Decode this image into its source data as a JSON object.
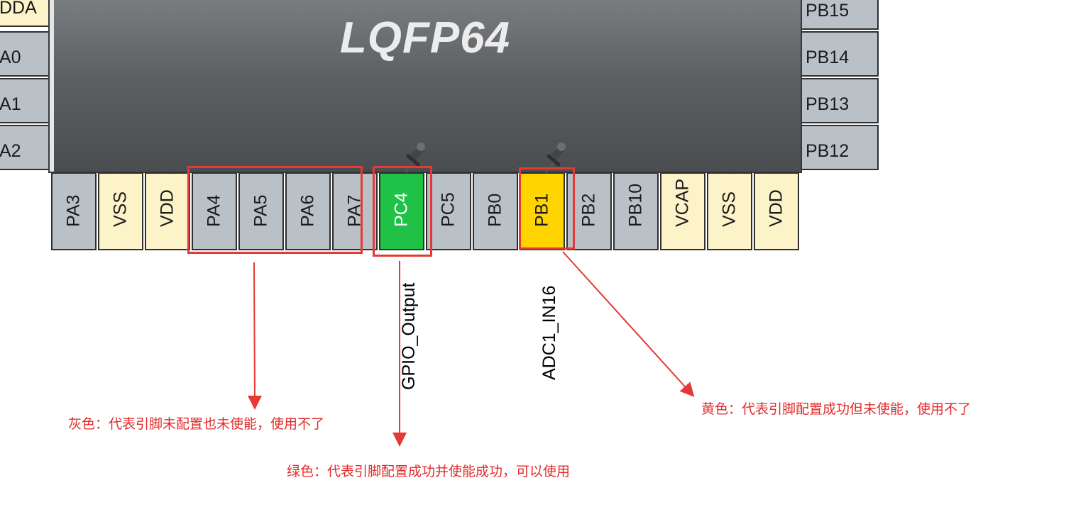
{
  "chip": {
    "title": "LQFP64",
    "left_pins": [
      {
        "label": "DDA",
        "type": "power"
      },
      {
        "label": "A0",
        "type": "gray"
      },
      {
        "label": "A1",
        "type": "gray"
      },
      {
        "label": "A2",
        "type": "gray"
      }
    ],
    "right_pins": [
      {
        "label": "PB15",
        "type": "gray"
      },
      {
        "label": "PB14",
        "type": "gray"
      },
      {
        "label": "PB13",
        "type": "gray"
      },
      {
        "label": "PB12",
        "type": "gray"
      }
    ],
    "bottom_pins": [
      {
        "label": "PA3",
        "type": "gray"
      },
      {
        "label": "VSS",
        "type": "power"
      },
      {
        "label": "VDD",
        "type": "power"
      },
      {
        "label": "PA4",
        "type": "gray"
      },
      {
        "label": "PA5",
        "type": "gray"
      },
      {
        "label": "PA6",
        "type": "gray"
      },
      {
        "label": "PA7",
        "type": "gray"
      },
      {
        "label": "PC4",
        "type": "green"
      },
      {
        "label": "PC5",
        "type": "gray"
      },
      {
        "label": "PB0",
        "type": "gray"
      },
      {
        "label": "PB1",
        "type": "yellow"
      },
      {
        "label": "PB2",
        "type": "gray"
      },
      {
        "label": "PB10",
        "type": "gray"
      },
      {
        "label": "VCAP",
        "type": "power"
      },
      {
        "label": "VSS",
        "type": "power"
      },
      {
        "label": "VDD",
        "type": "power"
      }
    ]
  },
  "signals": {
    "pc4": "GPIO_Output",
    "pb1": "ADC1_IN16"
  },
  "annotations": {
    "gray": "灰色：代表引脚未配置也未使能，使用不了",
    "green": "绿色：代表引脚配置成功并使能成功，可以使用",
    "yellow": "黄色：代表引脚配置成功但未使能，使用不了"
  },
  "colors": {
    "pin_gray": "#b9c1c6",
    "pin_power": "#fdf3c9",
    "pin_green": "#1fc247",
    "pin_yellow": "#ffd400",
    "annotation_red": "#e53935",
    "chip_body": "#5d6063"
  }
}
